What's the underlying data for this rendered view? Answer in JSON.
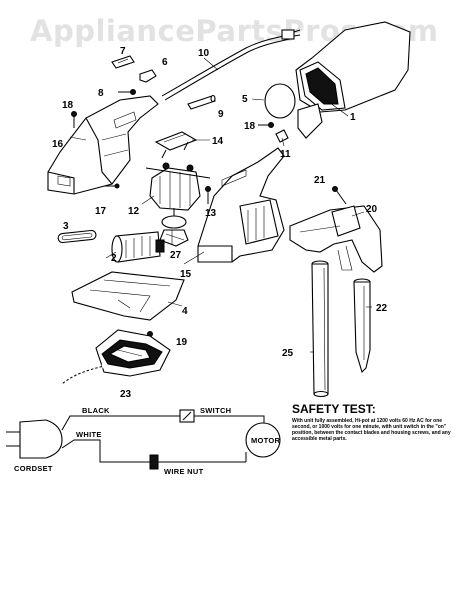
{
  "watermark": "AppliancePartsPros.com",
  "part_numbers": {
    "p1": "1",
    "p2": "2",
    "p3": "3",
    "p4": "4",
    "p5": "5",
    "p6": "6",
    "p7": "7",
    "p8": "8",
    "p9": "9",
    "p10": "10",
    "p11": "11",
    "p12": "12",
    "p13": "13",
    "p14": "14",
    "p15": "15",
    "p16": "16",
    "p17": "17",
    "p18a": "18",
    "p18b": "18",
    "p19": "19",
    "p20": "20",
    "p21": "21",
    "p22": "22",
    "p23": "23",
    "p25": "25",
    "p27": "27"
  },
  "wiring": {
    "black": "BLACK",
    "white": "WHITE",
    "switch": "SWITCH",
    "cordset": "CORDSET",
    "wire_nut": "WIRE NUT",
    "motor": "MOTOR"
  },
  "safety": {
    "title": "SAFETY TEST:",
    "text": "With unit fully assembled, Hi-pot at 1200 volts 60 Hz AC for one second, or 1000 volts for one minute, with unit switch in the \"on\" position, between the contact blades and housing screws, and any accessible metal parts."
  },
  "colors": {
    "line": "#000000",
    "watermark": "#e2e2e2",
    "background": "#ffffff"
  }
}
